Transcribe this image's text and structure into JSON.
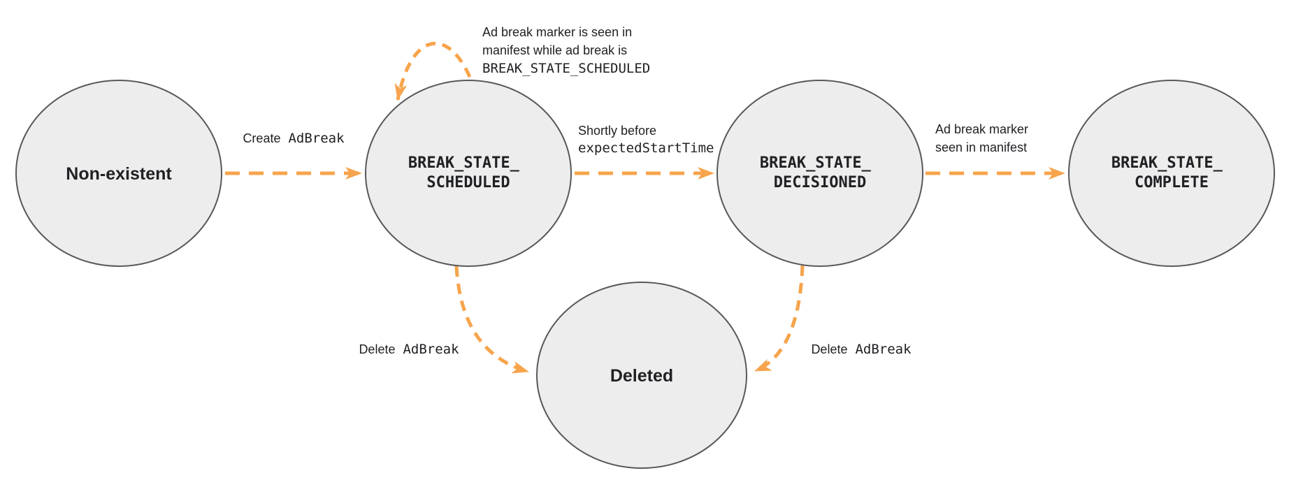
{
  "colors": {
    "arrow": "#F7A44C",
    "circle_fill": "#EDEDED",
    "circle_stroke": "#58585A",
    "text": "#202124"
  },
  "states": [
    {
      "id": "non-existent",
      "label": "Non-existent"
    },
    {
      "id": "break-state-scheduled",
      "line1": "BREAK_STATE_",
      "line2": "SCHEDULED"
    },
    {
      "id": "break-state-decisioned",
      "line1": "BREAK_STATE_",
      "line2": "DECISIONED"
    },
    {
      "id": "break-state-complete",
      "line1": "BREAK_STATE_",
      "line2": "COMPLETE"
    },
    {
      "id": "deleted",
      "label": "Deleted"
    }
  ],
  "transitions": {
    "create": {
      "plain": "Create",
      "code": "AdBreak"
    },
    "self_loop": {
      "line1": "Ad break marker is seen in",
      "line2": "manifest while ad break is",
      "line3": "BREAK_STATE_SCHEDULED"
    },
    "decision": {
      "line1": "Shortly before",
      "line2_code": "expectedStartTime"
    },
    "complete": {
      "line1": "Ad break marker",
      "line2": "seen in manifest"
    },
    "delete_from_scheduled": {
      "plain": "Delete",
      "code": "AdBreak"
    },
    "delete_from_decisioned": {
      "plain": "Delete",
      "code": "AdBreak"
    }
  }
}
